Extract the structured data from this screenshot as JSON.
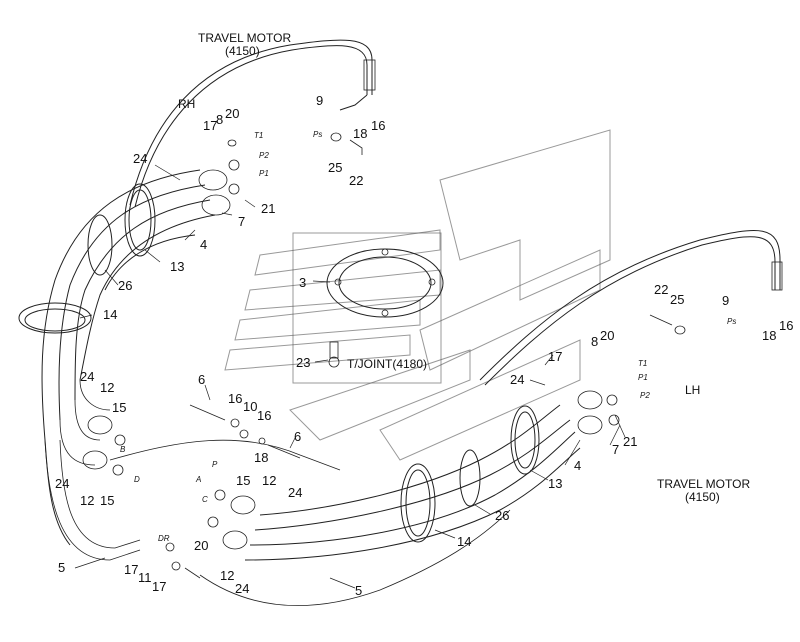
{
  "title_right_top": {
    "name": "TRAVEL MOTOR",
    "code": "(4150)"
  },
  "title_left_bottom": {
    "name": "TRAVEL MOTOR",
    "code": "(4150)"
  },
  "side_rh": "RH",
  "side_lh": "LH",
  "tjoint": "T/JOINT(4180)",
  "ports": {
    "ps": "Ps",
    "t1": "T1",
    "p1": "P1",
    "p2": "P2",
    "a": "A",
    "b": "B",
    "c": "C",
    "d": "D",
    "p": "P",
    "dr": "DR"
  },
  "callouts": {
    "n1": "9",
    "n2": "16",
    "n3": "18",
    "n4": "25",
    "n5": "22",
    "n6": "17",
    "n7": "8",
    "n8": "20",
    "n9": "24",
    "n10": "21",
    "n11": "7",
    "n12": "4",
    "n13": "13",
    "n14": "26",
    "n15": "14",
    "n16": "3",
    "n17": "23",
    "n18": "6",
    "n19": "16",
    "n20": "10",
    "n21": "16",
    "n22": "18",
    "n23": "6",
    "n24": "24",
    "n25": "12",
    "n26": "15",
    "n27": "24",
    "n28": "12",
    "n29": "15",
    "n30": "15",
    "n31": "12",
    "n32": "24",
    "n33": "20",
    "n34": "5",
    "n35": "17",
    "n36": "11",
    "n37": "17",
    "n38": "12",
    "n39": "24",
    "n40": "5",
    "n41": "14",
    "n42": "26",
    "n43": "13",
    "n44": "4",
    "n45": "7",
    "n46": "21",
    "n47": "24",
    "n48": "17",
    "n49": "8",
    "n50": "20",
    "n51": "22",
    "n52": "25",
    "n53": "9",
    "n54": "16",
    "n55": "18"
  }
}
